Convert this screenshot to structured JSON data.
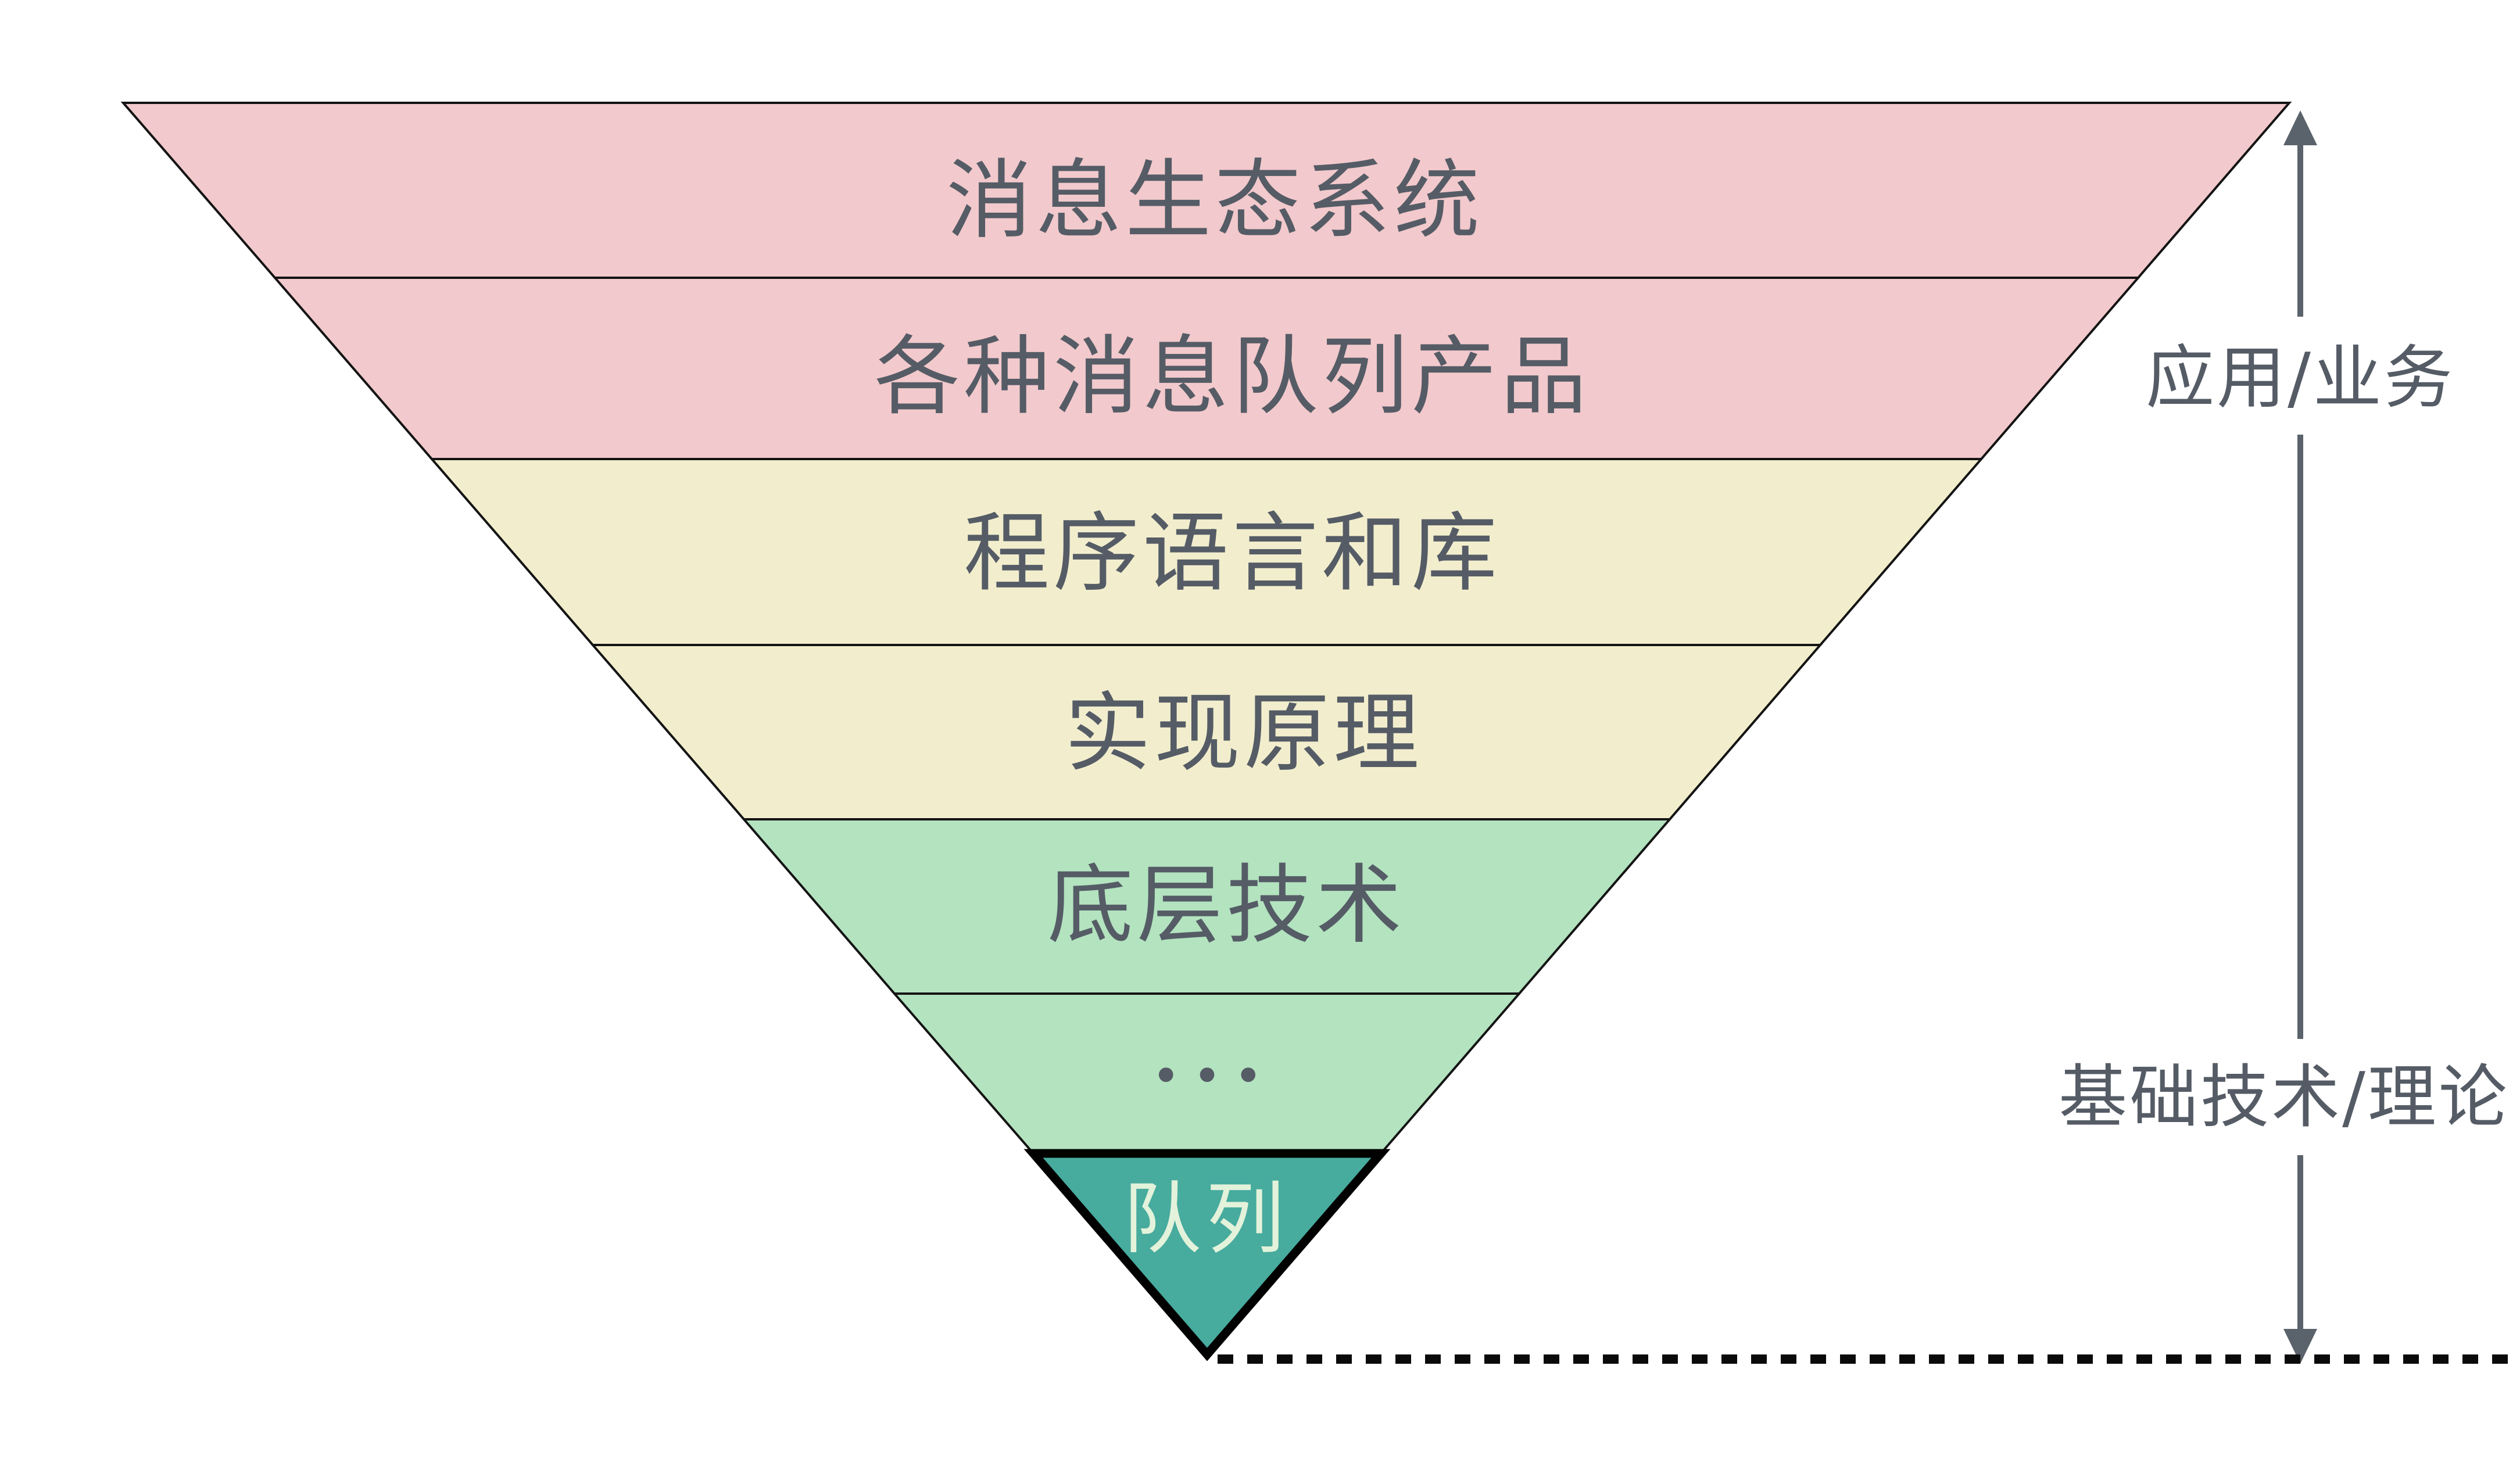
{
  "page": {
    "background": "#ffffff"
  },
  "pyramid": {
    "orientation": "inverted",
    "outline_color": "#141414",
    "tip_outline_color": "#000000",
    "label_color": "#555c66",
    "layers": [
      {
        "id": "message-ecosystem",
        "label": "消息生态系统",
        "fill": "#f2c9cc",
        "text_color": "#555c66"
      },
      {
        "id": "mq-products",
        "label": "各种消息队列产品",
        "fill": "#f2c9cc",
        "text_color": "#555c66"
      },
      {
        "id": "languages-and-libs",
        "label": "程序语言和库",
        "fill": "#f2eecd",
        "text_color": "#555c66"
      },
      {
        "id": "implementation",
        "label": "实现原理",
        "fill": "#f2eecd",
        "text_color": "#555c66"
      },
      {
        "id": "low-level-tech",
        "label": "底层技术",
        "fill": "#b3e3bf",
        "text_color": "#555c66"
      },
      {
        "id": "ellipsis",
        "label": "•••",
        "fill": "#b3e3bf",
        "text_color": "#555c66"
      },
      {
        "id": "queue-tip",
        "label": "队列",
        "fill": "#47ab9e",
        "text_color": "#e3f2da"
      }
    ]
  },
  "axis": {
    "top_label": "应用/业务",
    "bottom_label": "基础技术/理论",
    "arrow_color": "#5a626b",
    "label_color": "#555c66",
    "dash_color": "#0a0a0a"
  }
}
